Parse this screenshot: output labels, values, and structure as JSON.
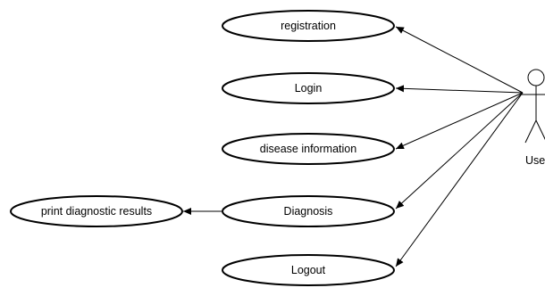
{
  "diagram": {
    "use_cases": {
      "registration": "registration",
      "login": "Login",
      "disease_information": "disease information",
      "diagnosis": "Diagnosis",
      "logout": "Logout",
      "print_diagnostic_results": "print diagnostic results"
    },
    "actor": {
      "label": "User"
    }
  }
}
